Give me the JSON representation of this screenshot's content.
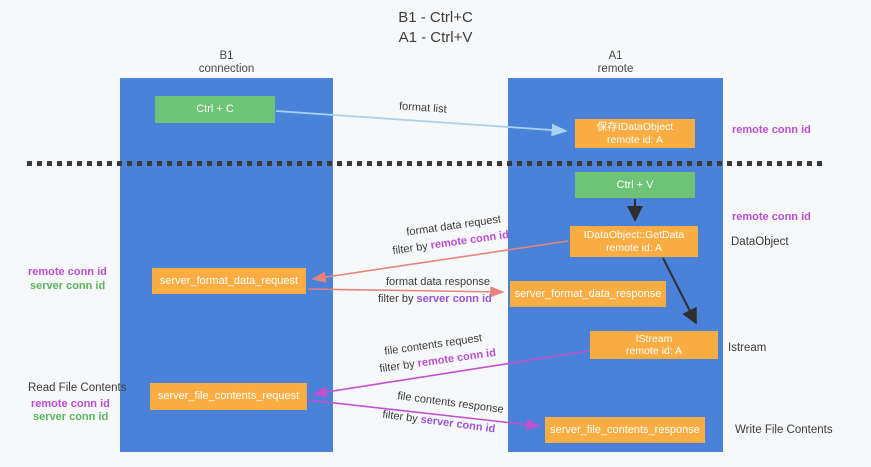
{
  "title": {
    "line1": "B1 - Ctrl+C",
    "line2": "A1 - Ctrl+V"
  },
  "lanes": {
    "left": {
      "name": "B1",
      "subtitle": "connection"
    },
    "right": {
      "name": "A1",
      "subtitle": "remote"
    }
  },
  "boxes": {
    "ctrl_c": {
      "label": "Ctrl + C"
    },
    "ctrl_v": {
      "label": "Ctrl + V"
    },
    "save_idataobject": {
      "line1": "保存IDataObject",
      "line2": "remote id: A"
    },
    "getdata": {
      "line1": "IDataObject::GetData",
      "line2": "remote id: A"
    },
    "istream": {
      "line1": "IStream",
      "line2": "remote id: A"
    },
    "format_request": {
      "label": "server_format_data_request"
    },
    "format_response": {
      "label": "server_format_data_response"
    },
    "file_request": {
      "label": "server_file_contents_request"
    },
    "file_response": {
      "label": "server_file_contents_response"
    }
  },
  "left_labels": {
    "format_remote": "remote conn id",
    "format_server": "server conn id",
    "read_file": "Read File Contents",
    "file_remote": "remote conn id",
    "file_server": "server conn id"
  },
  "right_labels": {
    "top_remote": "remote conn id",
    "mid_remote": "remote conn id",
    "dataobject": "DataObject",
    "istream": "Istream",
    "write_file": "Write File Contents"
  },
  "arrow_labels": {
    "format_list": "format list",
    "format_data_request": "format data request",
    "format_data_response": "format data response",
    "file_contents_request": "file contents request",
    "file_contents_response": "file contents response",
    "filter_by": "filter by",
    "remote_conn_id": "remote conn id",
    "server_conn_id": "server conn id"
  },
  "colors": {
    "lane_blue": "#4a82d9",
    "box_orange": "#f9ad42",
    "box_green": "#6ec377",
    "remote_conn_magenta": "#bb4fd0",
    "server_conn_purple": "#9a55d6",
    "server_conn_green": "#58b65c",
    "arrow_light_blue": "#a8d2f0",
    "arrow_salmon": "#e8837c",
    "arrow_magenta": "#c44fd0",
    "arrow_black": "#2f2f2f",
    "dashed_divider": "#3a3a3a"
  }
}
